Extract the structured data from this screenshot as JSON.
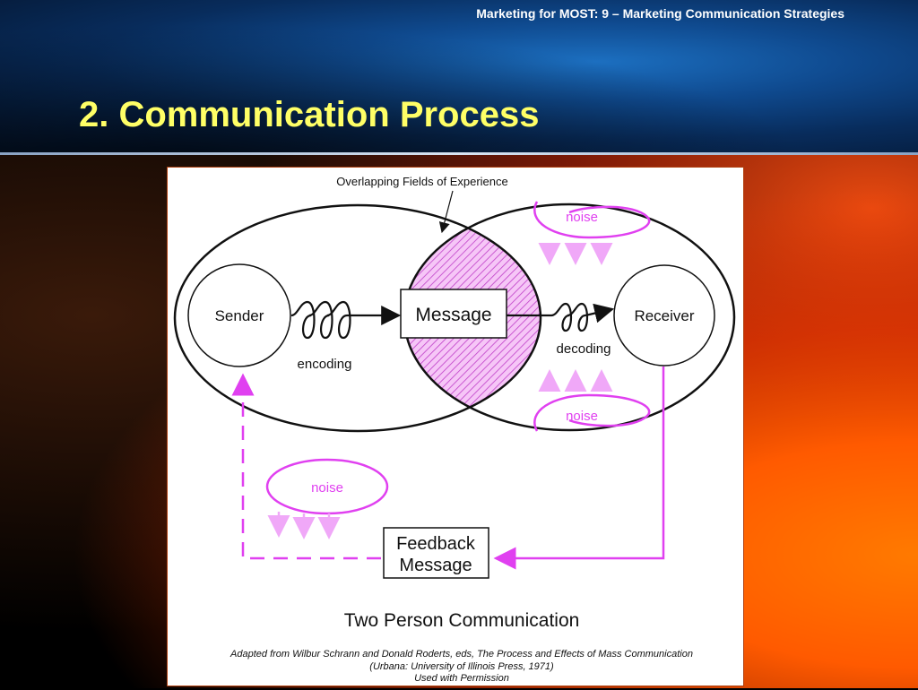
{
  "header": {
    "course_title": "Marketing for MOST: 9 – Marketing Communication Strategies"
  },
  "slide": {
    "title": "2. Communication Process"
  },
  "diagram": {
    "overlap_label": "Overlapping Fields of Experience",
    "sender": "Sender",
    "receiver": "Receiver",
    "message": "Message",
    "encoding": "encoding",
    "decoding": "decoding",
    "noise_top": "noise",
    "noise_bottom": "noise",
    "noise_feedback": "noise",
    "feedback_line1": "Feedback",
    "feedback_line2": "Message",
    "caption": "Two Person Communication",
    "credit_line1": "Adapted from Wilbur Schrann and Donald Roderts, eds, The Process and Effects of Mass Communication",
    "credit_line2": "(Urbana: University of Illinois Press, 1971)",
    "credit_line3": "Used with Permission",
    "colors": {
      "noise": "#e040f0",
      "noise_arrow": "#f0a8f8",
      "overlap_fill": "#f3b8f4",
      "hatch": "#c040c8"
    }
  }
}
